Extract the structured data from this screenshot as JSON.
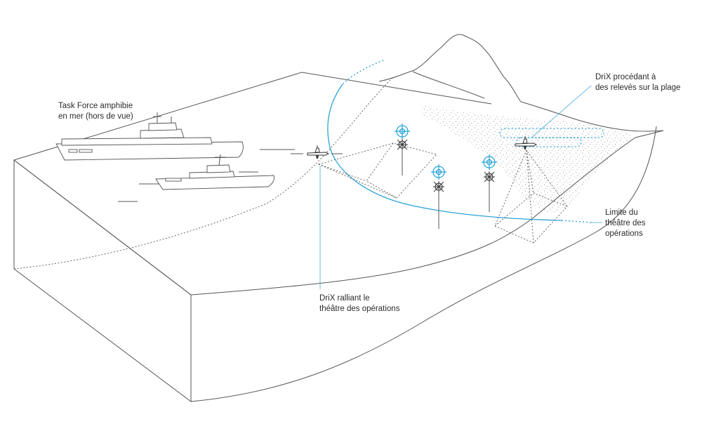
{
  "labels": {
    "task_force": [
      "Task Force amphibie",
      "en mer (hors de vue)"
    ],
    "drix_rallying": [
      "DriX ralliant le",
      "théâtre des opérations"
    ],
    "drix_survey": [
      "DriX procédant à",
      "des relevés sur la plage"
    ],
    "theatre_limit": [
      "Limite du",
      "théâtre des",
      "opérations"
    ]
  },
  "colors": {
    "accent": "#2aa3d8",
    "line": "#555555",
    "text": "#2b2b2b"
  },
  "icons": [
    "ship-icon",
    "drone-boat-icon",
    "target-icon",
    "mine-icon"
  ]
}
